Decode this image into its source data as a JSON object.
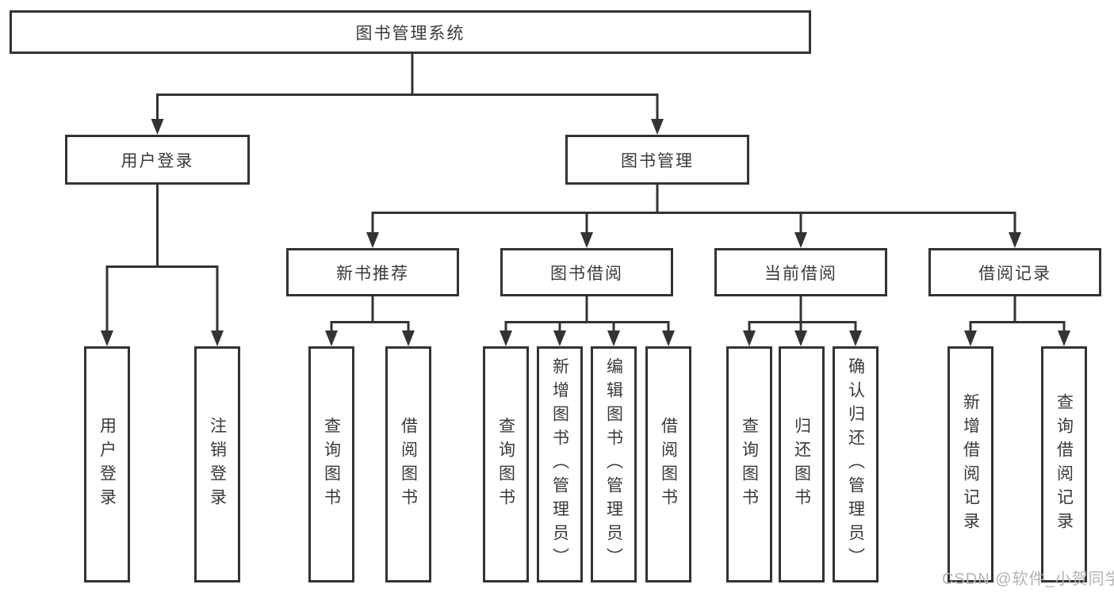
{
  "diagram": {
    "root": {
      "label": "图书管理系统"
    },
    "level2": [
      {
        "label": "用户登录"
      },
      {
        "label": "图书管理"
      }
    ],
    "level3": [
      {
        "label": "新书推荐"
      },
      {
        "label": "图书借阅"
      },
      {
        "label": "当前借阅"
      },
      {
        "label": "借阅记录"
      }
    ],
    "leaves": {
      "user_login": [
        {
          "label": "用户登录"
        },
        {
          "label": "注销登录"
        }
      ],
      "new_book": [
        {
          "label": "查询图书"
        },
        {
          "label": "借阅图书"
        }
      ],
      "book_borrow": [
        {
          "label": "查询图书"
        },
        {
          "label": "新增图书（管理员）"
        },
        {
          "label": "编辑图书（管理员）"
        },
        {
          "label": "借阅图书"
        }
      ],
      "current_borrow": [
        {
          "label": "查询图书"
        },
        {
          "label": "归还图书"
        },
        {
          "label": "确认归还（管理员）"
        }
      ],
      "borrow_record": [
        {
          "label": "新增借阅记录"
        },
        {
          "label": "查询借阅记录"
        }
      ]
    },
    "colors": {
      "line": "#333333",
      "text": "#3a3a3a",
      "background": "#ffffff",
      "watermark": "#b4b4b4"
    },
    "watermark": "CSDN @软件_小贺同学"
  }
}
